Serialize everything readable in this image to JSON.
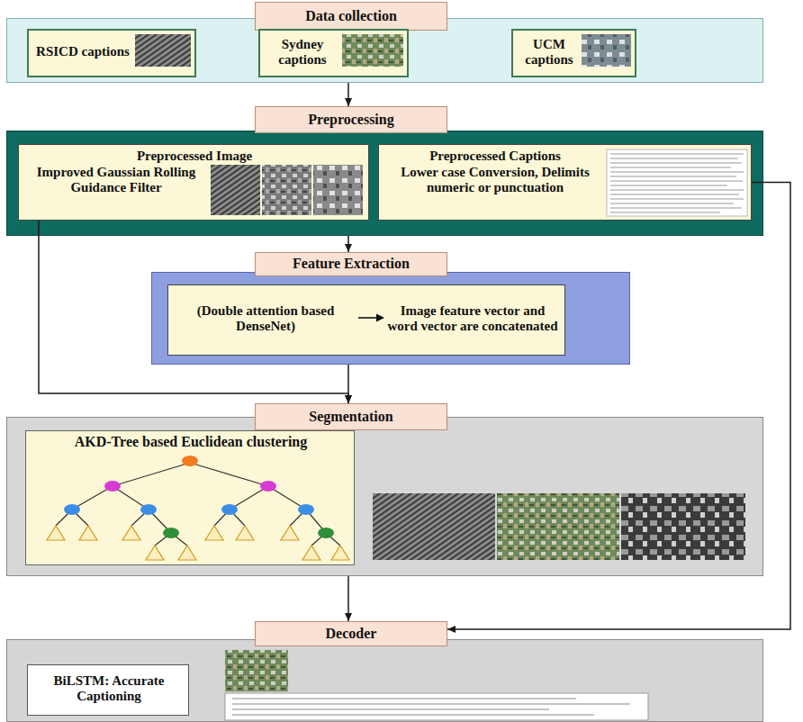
{
  "diagram": {
    "nodes": [
      {
        "text": [
          "Data collection"
        ]
      },
      {
        "text": [
          "RSICD captions"
        ],
        "in": 0
      },
      {
        "text": [
          "Sydney captions"
        ],
        "in": 0
      },
      {
        "text": [
          "UCM captions"
        ],
        "in": 0
      },
      {
        "text": [
          "Preprocessing"
        ]
      },
      {
        "text": [
          "Preprocessed Image",
          "Improved Gaussian Rolling Guidance Filter"
        ],
        "in": 4
      },
      {
        "text": [
          "Preprocessed Captions",
          "Lower case Conversion, Delimits numeric or punctuation"
        ],
        "in": 4
      },
      {
        "text": [
          "Feature Extraction"
        ]
      },
      {
        "text": [
          "(Double attention based DenseNet)",
          "Image feature vector and word vector are concatenated"
        ],
        "in": 7
      },
      {
        "text": [
          "Segmentation"
        ]
      },
      {
        "text": [
          "AKD-Tree based Euclidean clustering"
        ],
        "in": 9
      },
      {
        "text": [
          "Decoder"
        ]
      },
      {
        "text": [
          "BiLSTM: Accurate Captioning"
        ],
        "in": 11
      }
    ],
    "edges": [
      {
        "from": 0,
        "to": 4,
        "arrow": "to"
      },
      {
        "from": 4,
        "to": 7,
        "arrow": "to"
      },
      {
        "from": 5,
        "to": 9,
        "arrow": "to"
      },
      {
        "from": 7,
        "to": 9,
        "arrow": "to"
      },
      {
        "from": 6,
        "to": 11,
        "arrow": "to"
      },
      {
        "from": 9,
        "to": 11,
        "arrow": "to"
      }
    ]
  }
}
